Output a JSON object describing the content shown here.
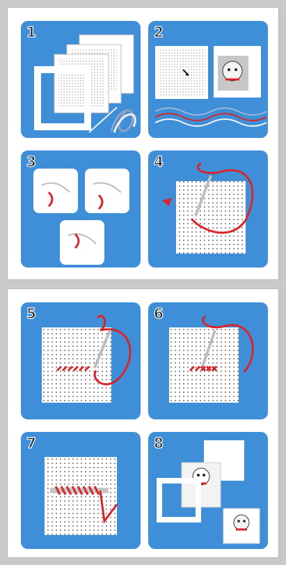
{
  "steps": [
    {
      "number": "1",
      "icon": "canvas-frame-needle-thread-icon"
    },
    {
      "number": "2",
      "icon": "chart-and-threads-icon"
    },
    {
      "number": "3",
      "icon": "thread-separating-icon"
    },
    {
      "number": "4",
      "icon": "needle-threaded-grid-icon"
    },
    {
      "number": "5",
      "icon": "half-stitches-row-icon"
    },
    {
      "number": "6",
      "icon": "cross-stitches-row-icon"
    },
    {
      "number": "7",
      "icon": "backstitch-icon"
    },
    {
      "number": "8",
      "icon": "finished-dog-picture-icon"
    }
  ],
  "colors": {
    "panel": "#3f8fd8",
    "thread": "#d8252b",
    "page": "#c9c9c9"
  }
}
